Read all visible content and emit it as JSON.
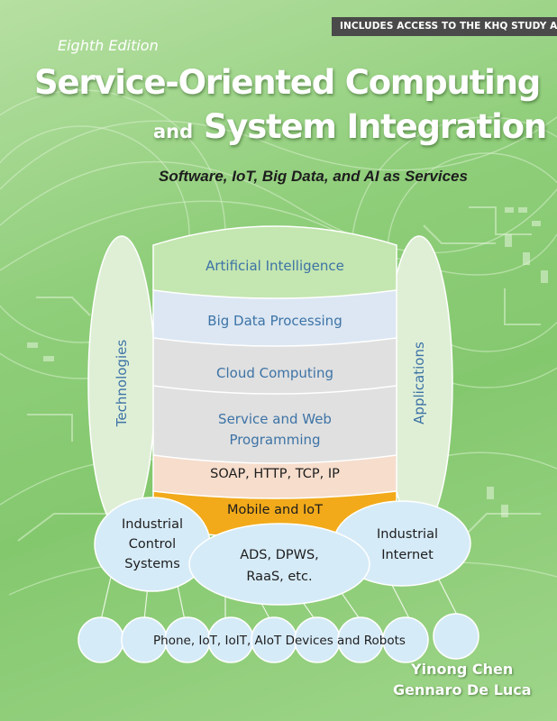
{
  "banner": {
    "prefix": "INCLUDES ACCESS TO THE",
    "brand": "KHQ",
    "suffix": "STUDY APP"
  },
  "edition": "Eighth Edition",
  "title": {
    "line1": "Service-Oriented Computing",
    "and_word": "and",
    "line2": "System Integration"
  },
  "subtitle": "Software, IoT, Big Data, and AI as Services",
  "diagram": {
    "layers": [
      {
        "label": "Artificial Intelligence"
      },
      {
        "label": "Big Data Processing"
      },
      {
        "label": "Cloud Computing"
      },
      {
        "label_line1": "Service and Web",
        "label_line2": "Programming"
      },
      {
        "label": "SOAP, HTTP, TCP, IP"
      },
      {
        "label": "Mobile and IoT"
      }
    ],
    "left_pillar": "Technologies",
    "right_pillar": "Applications",
    "industrial_control": [
      "Industrial",
      "Control",
      "Systems"
    ],
    "ads": [
      "ADS, DPWS,",
      "RaaS, etc."
    ],
    "industrial_internet": [
      "Industrial",
      "Internet"
    ],
    "devices": "Phone, IoT, IoIT, AIoT Devices and Robots"
  },
  "authors": [
    "Yinong Chen",
    "Gennaro De Luca"
  ],
  "colors": {
    "background": "#8fce7a",
    "ai_layer": "#c4e6b0",
    "big_data_layer": "#dce7f3",
    "cloud_layer": "#e0e0e0",
    "service_layer": "#e0e0e0",
    "protocol_layer": "#f6ddcc",
    "mobile_layer": "#f2aa1a",
    "ellipses": "#d6ebf8",
    "pillars": "#dfefd6",
    "diagram_text": "#3d73a6",
    "banner": "#4a4a4a"
  }
}
